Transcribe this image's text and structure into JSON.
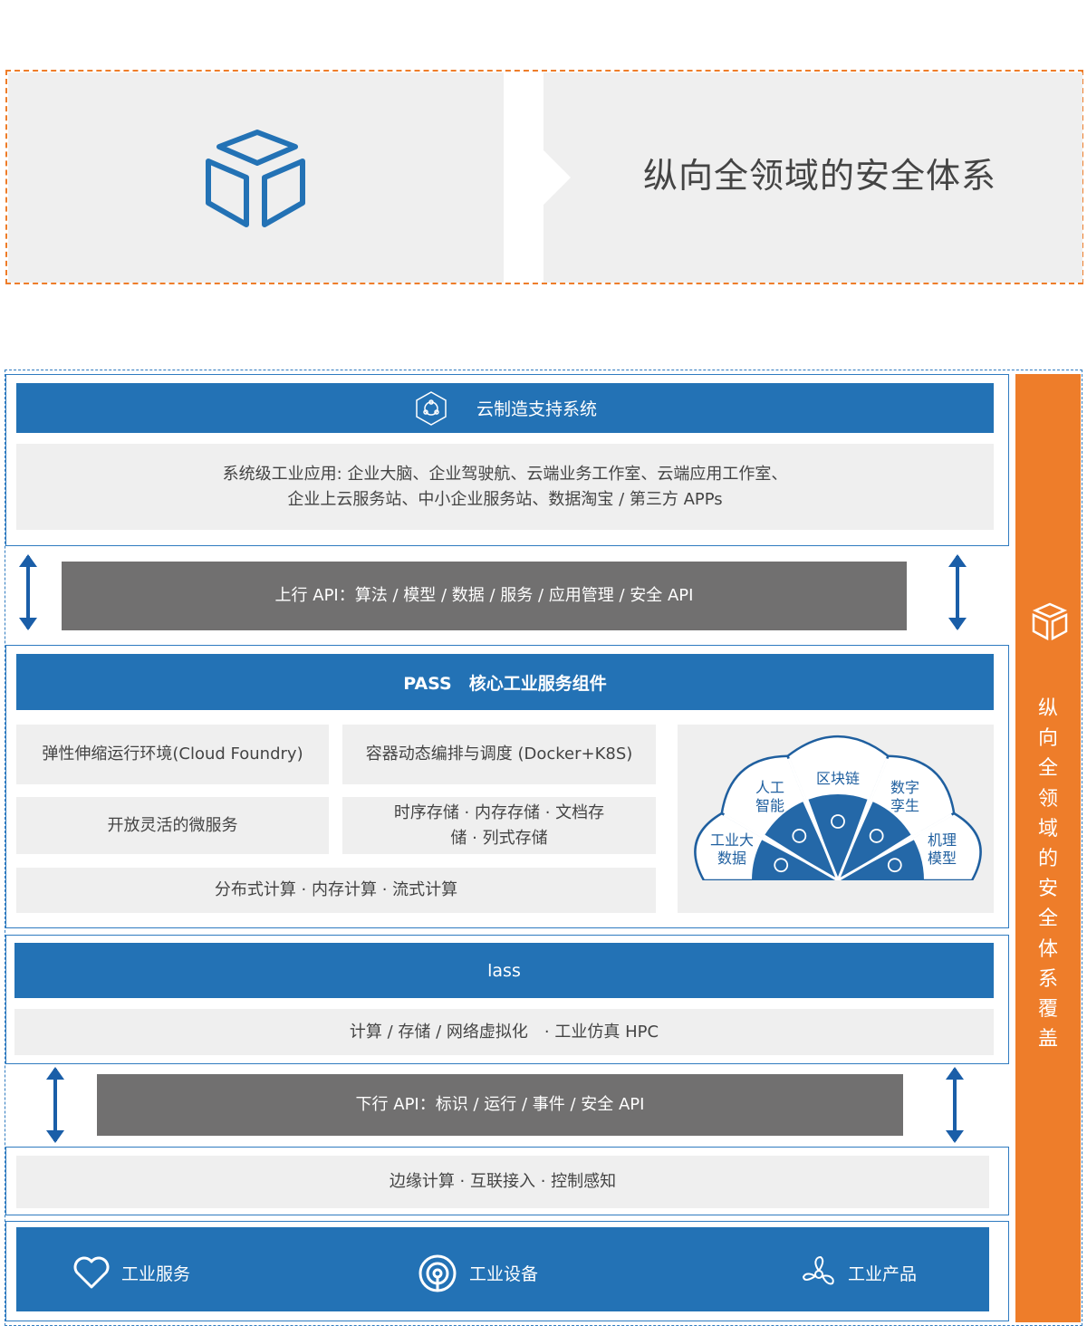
{
  "header": {
    "title": "纵向全领域的安全体系",
    "icon": "cube-icon"
  },
  "side": {
    "text": [
      "纵",
      "向",
      "全",
      "领",
      "域",
      "的",
      "安",
      "全",
      "体",
      "系",
      "覆",
      "盖"
    ],
    "icon": "cube-icon"
  },
  "cloud": {
    "title": "云制造支持系统",
    "apps": [
      "系统级工业应用: 企业大脑、企业驾驶航、云端业务工作室、云端应用工作室、",
      "企业上云服务站、中小企业服务站、数据淘宝 / 第三方 APPs"
    ]
  },
  "up_api": "上行 API：算法 / 模型 / 数据 / 服务 / 应用管理 / 安全 API",
  "pass": {
    "title": "PASS　核心工业服务组件",
    "cells": [
      "弹性伸缩运行环境(Cloud Foundry)",
      "容器动态编排与调度 (Docker+K8S)",
      "开放灵活的微服务",
      "时序存储 · 内存存储 · 文档存",
      "储 · 列式存储",
      "分布式计算 · 内存计算 · 流式计算"
    ],
    "fan": [
      "工业大",
      "数据",
      "人工",
      "智能",
      "区块链",
      "数字",
      "孪生",
      "机理",
      "模型"
    ]
  },
  "iass": {
    "title": "lass",
    "body": "计算 / 存储 / 网络虚拟化　·  工业仿真 HPC"
  },
  "down_api": "下行 API：标识 / 运行 / 事件 / 安全 API",
  "edge": "边缘计算 ·  互联接入 ·  控制感知",
  "bottom": [
    {
      "label": "工业服务"
    },
    {
      "label": "工业设备"
    },
    {
      "label": "工业产品"
    }
  ],
  "colors": {
    "blue": "#2372b5",
    "orange": "#ee7d2a",
    "dark": "#717070"
  }
}
